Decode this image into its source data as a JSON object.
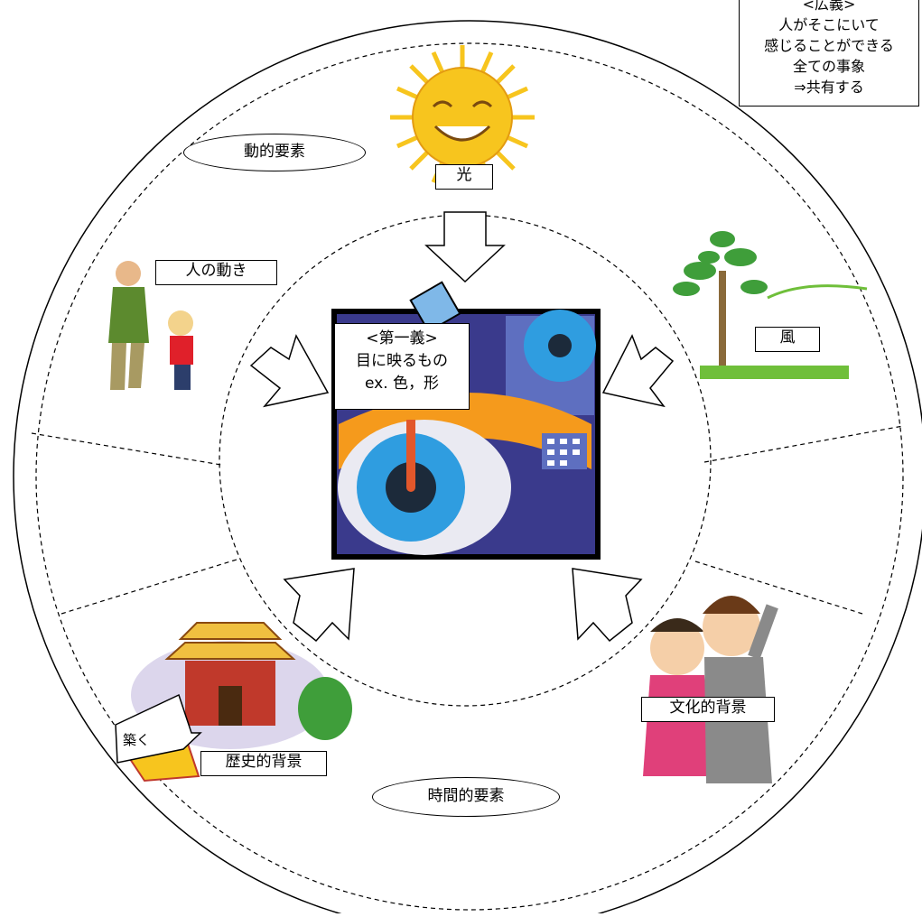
{
  "corner_note": {
    "line1": "<広義>",
    "line2": "人がそこにいて",
    "line3": "感じることができる",
    "line4": "全ての事象",
    "line5": "⇒共有する"
  },
  "center": {
    "line1": "<第一義>",
    "line2": "目に映るもの",
    "line3": "ex. 色，形"
  },
  "labels": {
    "light": "光",
    "people_motion": "人の動き",
    "wind": "風",
    "historical": "歴史的背景",
    "cultural": "文化的背景",
    "build": "築く"
  },
  "ovals": {
    "dynamic": "動的要素",
    "temporal": "時間的要素"
  },
  "colors": {
    "sun": "#f7c51e",
    "eye_blue": "#2f9de0",
    "orange": "#f59a1c",
    "tree_green": "#3f9e3a",
    "temple_red": "#c0392b"
  }
}
